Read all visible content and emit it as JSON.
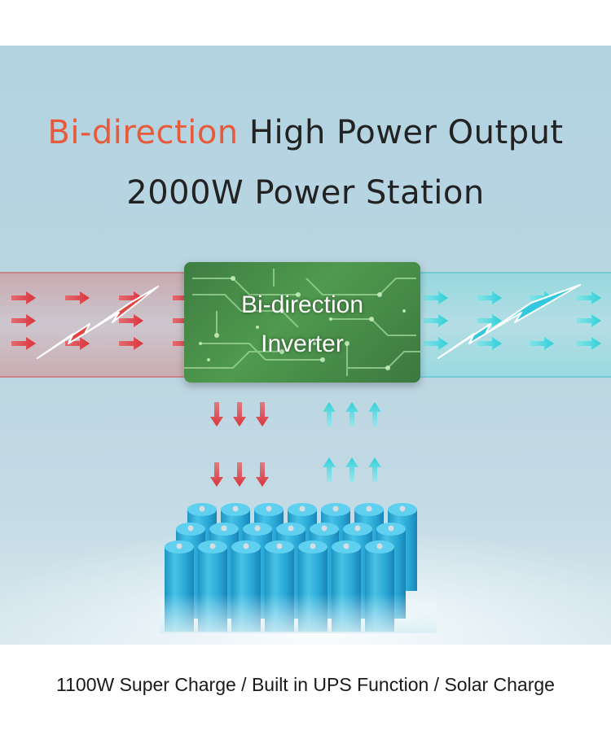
{
  "headline": {
    "accent": "Bi-direction",
    "line1_rest": " High Power Output",
    "line2": "2000W Power Station"
  },
  "inverter": {
    "line1": "Bi-direction",
    "line2": "Inverter"
  },
  "footer": {
    "text": "1100W Super Charge / Built in UPS Function / Solar Charge"
  },
  "colors": {
    "accent": "#e75b3b",
    "charge_arrow": "#d9333a",
    "discharge_arrow": "#2ccfd8",
    "battery": "#2fb4d6"
  },
  "icons": {
    "left_bolt": "lightning-bolt-icon",
    "right_bolt": "lightning-bolt-icon"
  }
}
